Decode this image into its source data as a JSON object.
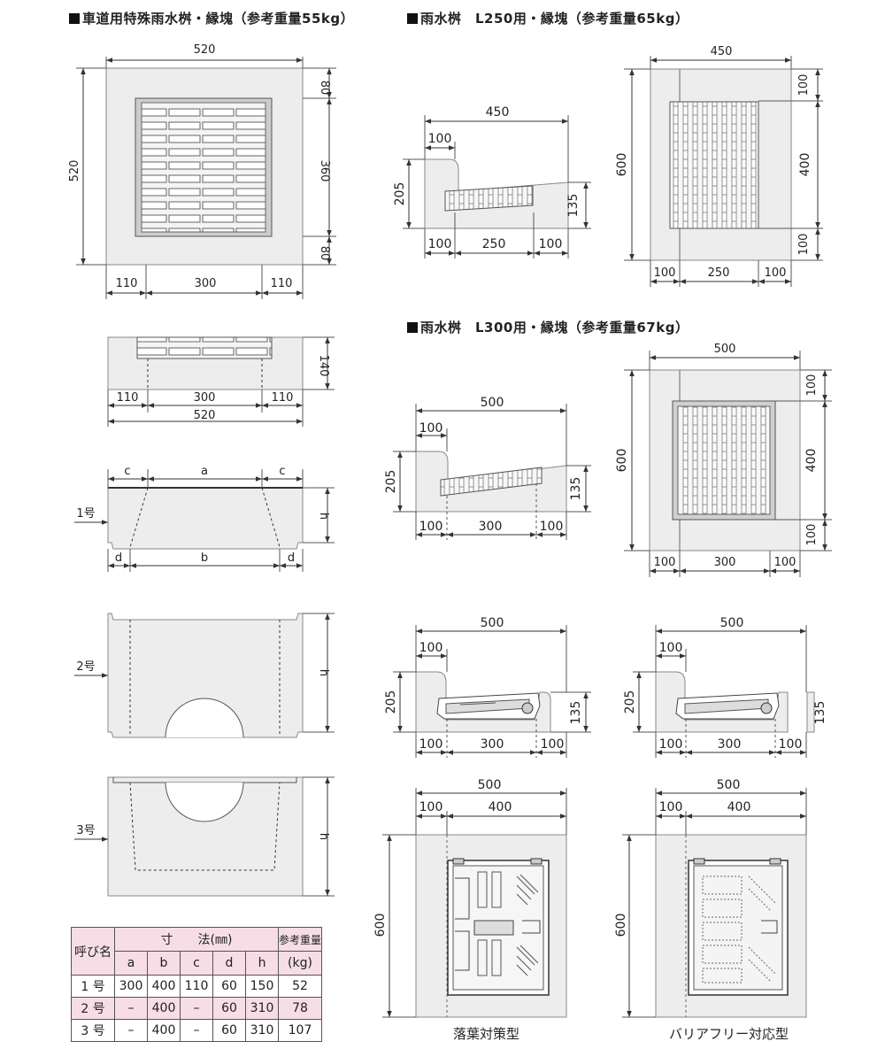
{
  "titles": {
    "t1": "車道用特殊雨水桝・縁塊（参考重量55kg）",
    "t2": "雨水桝　L250用・縁塊（参考重量65kg）",
    "t3": "雨水桝　L300用・縁塊（参考重量67kg）"
  },
  "captions": {
    "leaf": "落葉対策型",
    "barrier": "バリアフリー対応型"
  },
  "labels": {
    "no1": "1号",
    "no2": "2号",
    "no3": "3号",
    "a": "a",
    "b": "b",
    "c": "c",
    "d": "d",
    "h": "h"
  },
  "dims": {
    "d55": "55",
    "d65": "65",
    "d67": "67",
    "d80": "80",
    "d100": "100",
    "d110": "110",
    "d135": "135",
    "d140": "140",
    "d205": "205",
    "d250": "250",
    "d300": "300",
    "d360": "360",
    "d400": "400",
    "d450": "450",
    "d500": "500",
    "d520": "520",
    "d600": "600"
  },
  "table": {
    "h_name": "呼び名",
    "h_dim": "寸　　法(㎜)",
    "h_weight": "参考重量",
    "h_unit": "(kg)",
    "cols": [
      "a",
      "b",
      "c",
      "d",
      "h"
    ],
    "rows": [
      {
        "name": "1 号",
        "a": "300",
        "b": "400",
        "c": "110",
        "d": "60",
        "h": "150",
        "w": "52"
      },
      {
        "name": "2 号",
        "a": "–",
        "b": "400",
        "c": "–",
        "d": "60",
        "h": "310",
        "w": "78"
      },
      {
        "name": "3 号",
        "a": "–",
        "b": "400",
        "c": "–",
        "d": "60",
        "h": "310",
        "w": "107"
      }
    ]
  },
  "colors": {
    "concrete": "#ededed",
    "line": "#333333",
    "table_header": "#f6dde6"
  }
}
